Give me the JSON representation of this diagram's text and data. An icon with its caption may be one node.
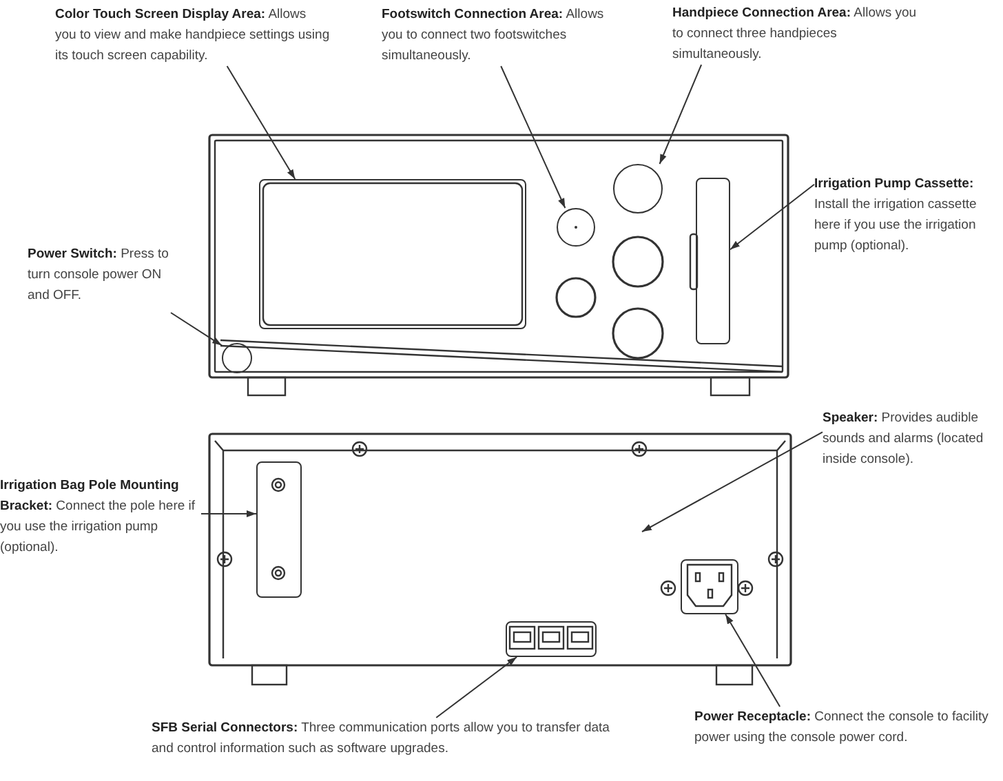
{
  "diagram": {
    "nodes": [
      {
        "text": [
          "**Color Touch Screen Display Area:** Allows you to view and make handpiece settings using its touch screen capability."
        ]
      },
      {
        "text": [
          "**Footswitch Connection Area:** Allows you to connect two footswitches simultaneously."
        ]
      },
      {
        "text": [
          "**Handpiece Connection Area:** Allows you to connect three handpieces simultaneously."
        ]
      },
      {
        "text": [
          "**Irrigation Pump Cassette:** Install the irrigation cassette here if you use the irrigation pump (optional)."
        ]
      },
      {
        "text": [
          "**Power Switch:** Press to turn console power ON and OFF."
        ]
      },
      {
        "text": [
          "**Irrigation Bag Pole Mounting Bracket:** Connect the pole here if you use the irrigation pump (optional)."
        ]
      },
      {
        "text": [
          "**Speaker:** Provides audible sounds and alarms (located inside console)."
        ]
      },
      {
        "text": [
          "**SFB Serial Connectors:** Three communication ports allow you to transfer data and control information such as software upgrades."
        ]
      },
      {
        "text": [
          "**Power Receptacle:** Connect the console to facility power using the console power cord."
        ]
      },
      {
        "text": [],
        "shape": "box"
      },
      {
        "text": [],
        "shape": "circle"
      },
      {
        "text": [],
        "shape": "circle"
      },
      {
        "text": [],
        "shape": "box"
      },
      {
        "text": [],
        "shape": "circle"
      },
      {
        "text": [],
        "shape": "box"
      },
      {
        "text": [],
        "shape": "box"
      },
      {
        "text": [],
        "shape": "box"
      }
    ],
    "edges": [
      {
        "from": 0,
        "to": 9,
        "arrow": "to"
      },
      {
        "from": 1,
        "to": 10,
        "arrow": "to"
      },
      {
        "from": 2,
        "to": 11,
        "arrow": "to"
      },
      {
        "from": 3,
        "to": 12,
        "arrow": "to"
      },
      {
        "from": 4,
        "to": 13,
        "arrow": "to"
      },
      {
        "from": 5,
        "to": 14,
        "arrow": "to"
      },
      {
        "from": 6,
        "to": null,
        "arrow": "to"
      },
      {
        "from": 7,
        "to": 15,
        "arrow": "to"
      },
      {
        "from": 8,
        "to": 16,
        "arrow": "to"
      }
    ]
  }
}
